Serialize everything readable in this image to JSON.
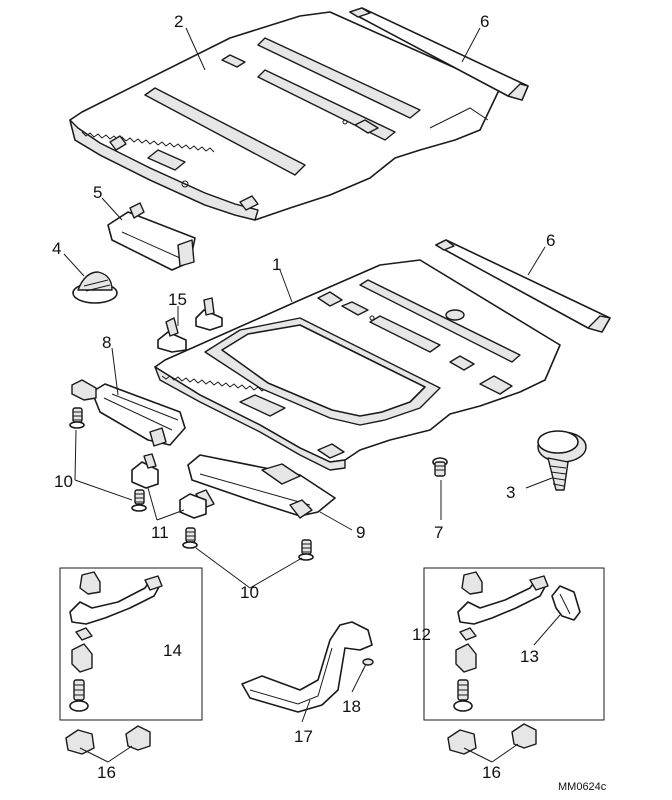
{
  "callouts": {
    "c1": "1",
    "c2": "2",
    "c3": "3",
    "c4": "4",
    "c5": "5",
    "c6a": "6",
    "c6b": "6",
    "c7": "7",
    "c8": "8",
    "c9": "9",
    "c10a": "10",
    "c10b": "10",
    "c11": "11",
    "c12": "12",
    "c13": "13",
    "c14": "14",
    "c15": "15",
    "c16a": "16",
    "c16b": "16",
    "c17": "17",
    "c18": "18"
  },
  "reference": "MM0624c"
}
